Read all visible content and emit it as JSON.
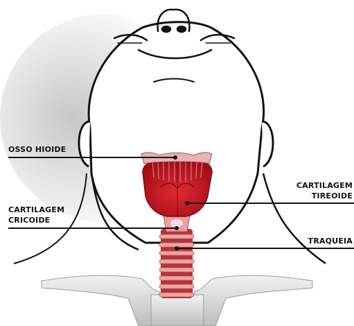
{
  "labels": {
    "hyoid": "OSSO HIOIDE",
    "cricoid_line1": "CARTILAGEM",
    "cricoid_line2": "CRICOIDE",
    "thyroid_line1": "CARTILAGEM",
    "thyroid_line2": "TIREOIDE",
    "trachea": "TRAQUEIA"
  },
  "colors": {
    "skin_outline": "#111111",
    "cartilage": "#c9121d",
    "cartilage_dark": "#8e0a12",
    "hyoid": "#e8b3b0",
    "trachea_ring": "#e9a7a4",
    "trachea_gap": "#b4333b",
    "bone": "#d3d3d3"
  }
}
